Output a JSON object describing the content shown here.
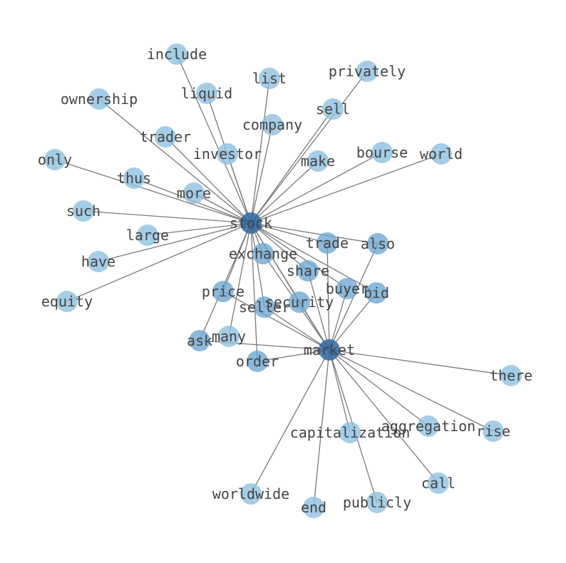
{
  "colors": {
    "node": "#8fc1e0",
    "node_mid": "#6aa6d2",
    "hub": "#2a68a5",
    "edge": "#7a7a7a",
    "label": "#444444"
  },
  "graph": {
    "hubs": [
      "stock",
      "market"
    ],
    "nodes": [
      {
        "id": "stock",
        "label": "stock",
        "tone": "hub"
      },
      {
        "id": "market",
        "label": "market",
        "tone": "hub"
      },
      {
        "id": "include",
        "label": "include",
        "tone": "node"
      },
      {
        "id": "list",
        "label": "list",
        "tone": "node"
      },
      {
        "id": "privately",
        "label": "privately",
        "tone": "node"
      },
      {
        "id": "ownership",
        "label": "ownership",
        "tone": "node"
      },
      {
        "id": "liquid",
        "label": "liquid",
        "tone": "node"
      },
      {
        "id": "sell",
        "label": "sell",
        "tone": "node"
      },
      {
        "id": "company",
        "label": "company",
        "tone": "node"
      },
      {
        "id": "trader",
        "label": "trader",
        "tone": "node"
      },
      {
        "id": "bourse",
        "label": "bourse",
        "tone": "node"
      },
      {
        "id": "world",
        "label": "world",
        "tone": "node"
      },
      {
        "id": "investor",
        "label": "investor",
        "tone": "node"
      },
      {
        "id": "only",
        "label": "only",
        "tone": "node"
      },
      {
        "id": "make",
        "label": "make",
        "tone": "node"
      },
      {
        "id": "thus",
        "label": "thus",
        "tone": "node"
      },
      {
        "id": "more",
        "label": "more",
        "tone": "node"
      },
      {
        "id": "such",
        "label": "such",
        "tone": "node"
      },
      {
        "id": "large",
        "label": "large",
        "tone": "node"
      },
      {
        "id": "trade",
        "label": "trade",
        "tone": "mid"
      },
      {
        "id": "also",
        "label": "also",
        "tone": "mid"
      },
      {
        "id": "exchange",
        "label": "exchange",
        "tone": "mid"
      },
      {
        "id": "have",
        "label": "have",
        "tone": "node"
      },
      {
        "id": "share",
        "label": "share",
        "tone": "mid"
      },
      {
        "id": "buyer",
        "label": "buyer",
        "tone": "mid"
      },
      {
        "id": "bid",
        "label": "bid",
        "tone": "mid"
      },
      {
        "id": "price",
        "label": "price",
        "tone": "mid"
      },
      {
        "id": "security",
        "label": "security",
        "tone": "mid"
      },
      {
        "id": "seller",
        "label": "seller",
        "tone": "mid"
      },
      {
        "id": "equity",
        "label": "equity",
        "tone": "node"
      },
      {
        "id": "many",
        "label": "many",
        "tone": "node"
      },
      {
        "id": "ask",
        "label": "ask",
        "tone": "mid"
      },
      {
        "id": "order",
        "label": "order",
        "tone": "mid"
      },
      {
        "id": "there",
        "label": "there",
        "tone": "node"
      },
      {
        "id": "aggregation",
        "label": "aggregation",
        "tone": "node"
      },
      {
        "id": "capitalization",
        "label": "capitalization",
        "tone": "node"
      },
      {
        "id": "rise",
        "label": "rise",
        "tone": "node"
      },
      {
        "id": "call",
        "label": "call",
        "tone": "node"
      },
      {
        "id": "worldwide",
        "label": "worldwide",
        "tone": "node"
      },
      {
        "id": "publicly",
        "label": "publicly",
        "tone": "node"
      },
      {
        "id": "end",
        "label": "end",
        "tone": "node"
      }
    ],
    "edges": [
      [
        "stock",
        "include"
      ],
      [
        "stock",
        "list"
      ],
      [
        "stock",
        "privately"
      ],
      [
        "stock",
        "ownership"
      ],
      [
        "stock",
        "liquid"
      ],
      [
        "stock",
        "sell"
      ],
      [
        "stock",
        "company"
      ],
      [
        "stock",
        "trader"
      ],
      [
        "stock",
        "bourse"
      ],
      [
        "stock",
        "world"
      ],
      [
        "stock",
        "investor"
      ],
      [
        "stock",
        "only"
      ],
      [
        "stock",
        "make"
      ],
      [
        "stock",
        "thus"
      ],
      [
        "stock",
        "more"
      ],
      [
        "stock",
        "such"
      ],
      [
        "stock",
        "large"
      ],
      [
        "stock",
        "also"
      ],
      [
        "stock",
        "have"
      ],
      [
        "stock",
        "equity"
      ],
      [
        "stock",
        "exchange"
      ],
      [
        "stock",
        "trade"
      ],
      [
        "stock",
        "share"
      ],
      [
        "stock",
        "buyer"
      ],
      [
        "stock",
        "bid"
      ],
      [
        "stock",
        "price"
      ],
      [
        "stock",
        "security"
      ],
      [
        "stock",
        "seller"
      ],
      [
        "stock",
        "ask"
      ],
      [
        "stock",
        "many"
      ],
      [
        "stock",
        "order"
      ],
      [
        "stock",
        "market"
      ],
      [
        "market",
        "exchange"
      ],
      [
        "market",
        "trade"
      ],
      [
        "market",
        "also"
      ],
      [
        "market",
        "share"
      ],
      [
        "market",
        "buyer"
      ],
      [
        "market",
        "bid"
      ],
      [
        "market",
        "price"
      ],
      [
        "market",
        "security"
      ],
      [
        "market",
        "seller"
      ],
      [
        "market",
        "ask"
      ],
      [
        "market",
        "order"
      ],
      [
        "market",
        "there"
      ],
      [
        "market",
        "aggregation"
      ],
      [
        "market",
        "capitalization"
      ],
      [
        "market",
        "rise"
      ],
      [
        "market",
        "call"
      ],
      [
        "market",
        "worldwide"
      ],
      [
        "market",
        "publicly"
      ],
      [
        "market",
        "end"
      ]
    ]
  }
}
